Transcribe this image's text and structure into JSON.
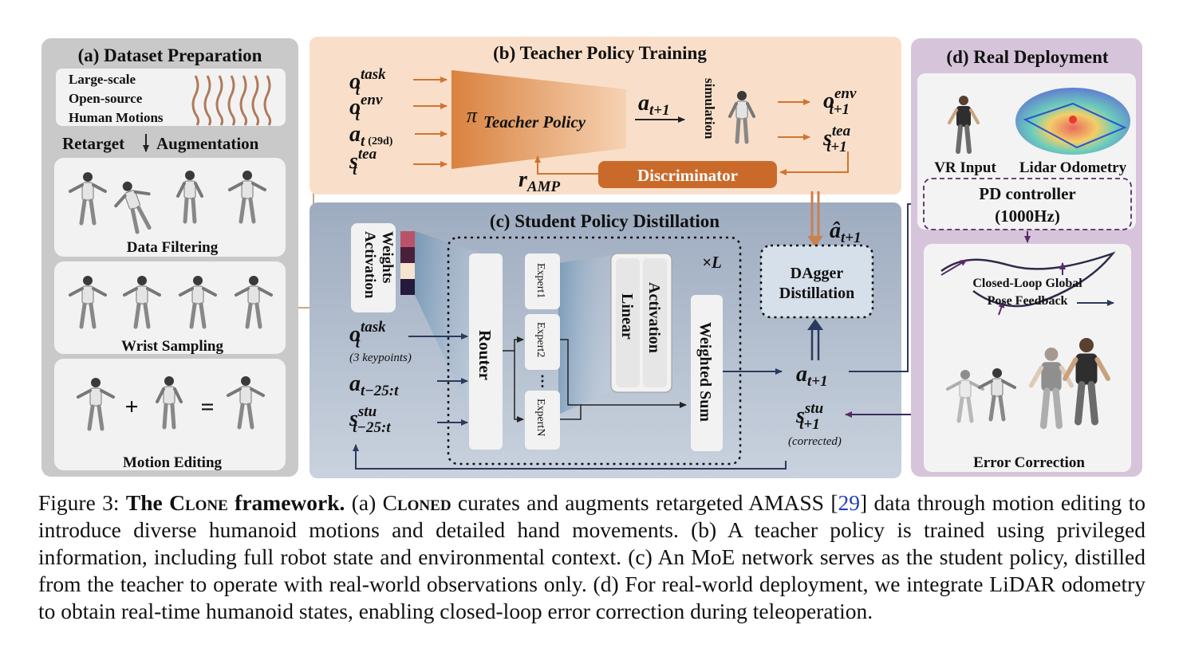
{
  "panel_a": {
    "title": "(a) Dataset Preparation",
    "source_lines": [
      "Large-scale",
      "Open-source",
      "Human Motions"
    ],
    "retarget": "Retarget",
    "augmentation": "Augmentation",
    "filtering": "Data Filtering",
    "wrist": "Wrist Sampling",
    "editing": "Motion Editing",
    "plus": "+",
    "equals": "="
  },
  "panel_b": {
    "title": "(b) Teacher Policy Training",
    "o_task": "task",
    "o_env": "env",
    "a_29d": "(29d)",
    "s_tea": "tea",
    "teacher_policy": "Teacher Policy",
    "a_next_sub": "t+1",
    "simulation": "simulation",
    "o_env_next": "env",
    "s_tea_next": "tea",
    "discriminator": "Discriminator",
    "r_amp_sub": "AMP"
  },
  "panel_c": {
    "title": "(c) Student Policy Distillation",
    "activation_weights": [
      "Activation",
      "Weights"
    ],
    "times_l": "×L",
    "router": "Router",
    "experts": [
      "Expert1",
      "Expert2",
      "ExpertN"
    ],
    "ellipsis": "⋮",
    "linear": "Linear",
    "activation": "Activation",
    "weighted_sum": "Weighted Sum",
    "dagger": [
      "DAgger",
      "Distillation"
    ],
    "a_hat_sub": "t+1",
    "o_task": "task",
    "keypoints": "(3 keypoints)",
    "a_hist_sub": "t−25:t",
    "s_stu_sup": "stu",
    "s_stu_sub": "t−25:t",
    "a_out_sub": "t+1",
    "s_corr_sup": "stu",
    "s_corr_sub": "t+1",
    "corrected": "(corrected)"
  },
  "panel_d": {
    "title": "(d) Real Deployment",
    "vr": "VR Input",
    "lidar": "Lidar Odometry",
    "pd": "PD controller",
    "hz": "(1000Hz)",
    "feedback": [
      "Closed-Loop Global",
      "Pose Feedback"
    ],
    "error": "Error Correction"
  },
  "caption": {
    "label": "Figure 3:",
    "bold_pre": "The C",
    "bold_sc": "lone",
    "bold_post": " framework.",
    "p1": " (a) C",
    "p1_sc": "loned",
    "p1_rest": " curates and augments retargeted AMASS [",
    "ref": "29",
    "p2": "] data through motion editing to introduce diverse humanoid motions and detailed hand movements. (b) A teacher policy is trained using privileged information, including full robot state and environmental context. (c) An MoE network serves as the student policy, distilled from the teacher to operate with real-world observations only. (d) For real-world deployment, we integrate LiDAR odometry to obtain real-time humanoid states, enabling closed-loop error correction during teleoperation."
  },
  "colors": {
    "panel_a": "#c9c9c9",
    "panel_b": "#f9dfc9",
    "panel_c": "#aab6c8",
    "panel_d": "#d6c5da",
    "teacher": "#d98a4f",
    "discriminator": "#c96a2b",
    "arrow_orange": "#d4722e",
    "arrow_navy": "#2b3a5c",
    "feedback_purple": "#5a2a6a"
  }
}
